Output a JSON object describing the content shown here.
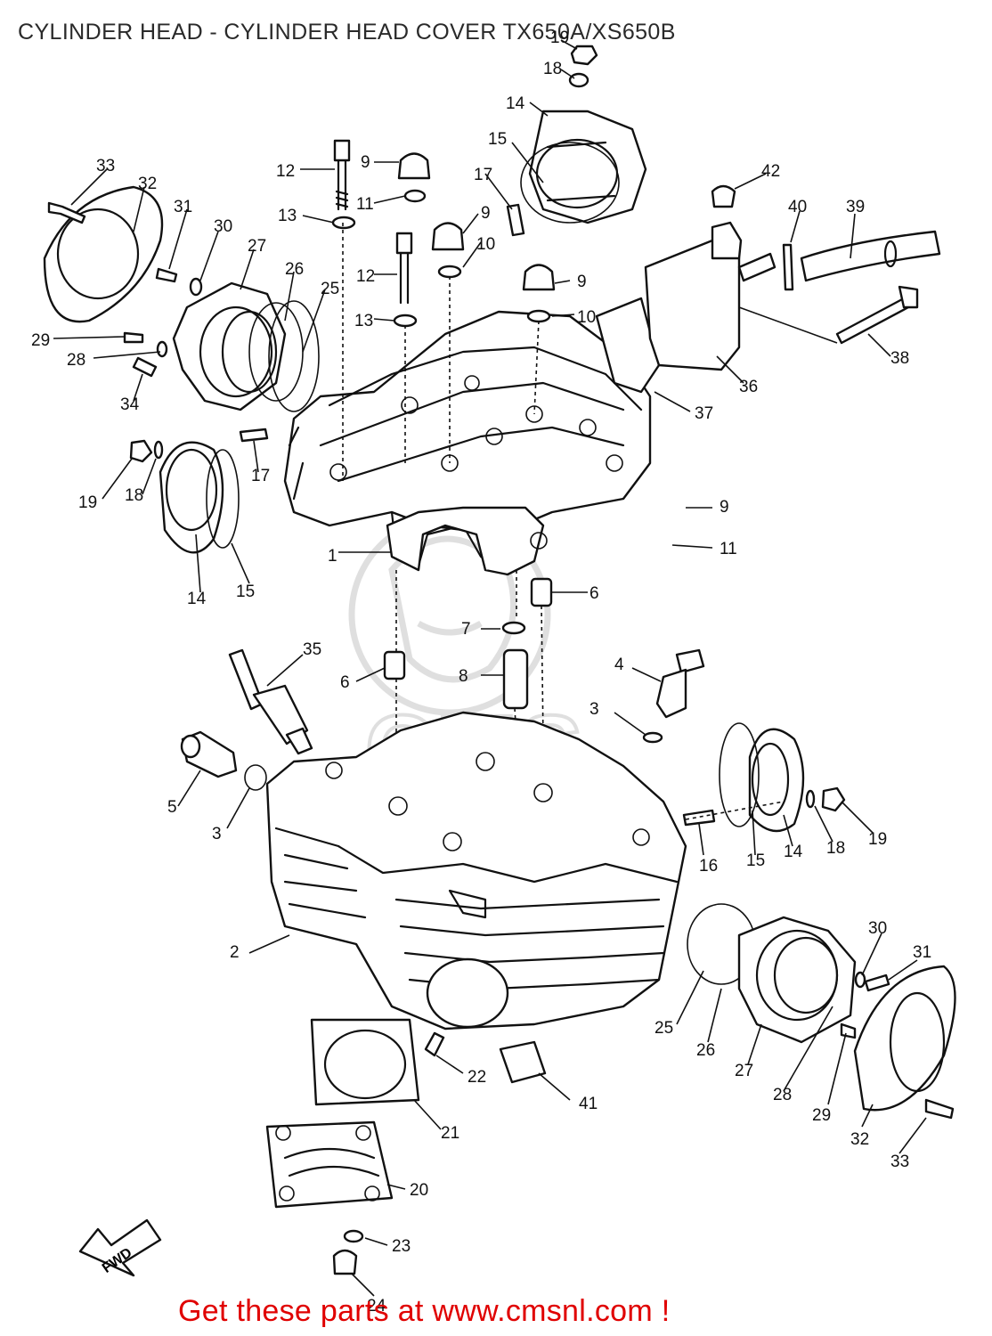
{
  "header": {
    "title": "CYLINDER HEAD - CYLINDER HEAD COVER TX650A/XS650B"
  },
  "footer": {
    "link_text": "Get these parts at www.cmsnl.com !"
  },
  "watermark": {
    "text": "CMS",
    "color": "#d8d8d8"
  },
  "colors": {
    "footer": "#e00000",
    "title": "#2a2a2a",
    "ink": "#111111"
  },
  "fwd_label": "FWD",
  "callouts": [
    {
      "id": "c19a",
      "text": "19"
    },
    {
      "id": "c18a",
      "text": "18"
    },
    {
      "id": "c14a",
      "text": "14"
    },
    {
      "id": "c15a",
      "text": "15"
    },
    {
      "id": "c33a",
      "text": "33"
    },
    {
      "id": "c32a",
      "text": "32"
    },
    {
      "id": "c31a",
      "text": "31"
    },
    {
      "id": "c30a",
      "text": "30"
    },
    {
      "id": "c27a",
      "text": "27"
    },
    {
      "id": "c26a",
      "text": "26"
    },
    {
      "id": "c25a",
      "text": "25"
    },
    {
      "id": "c29a",
      "text": "29"
    },
    {
      "id": "c28a",
      "text": "28"
    },
    {
      "id": "c34",
      "text": "34"
    },
    {
      "id": "c12a",
      "text": "12"
    },
    {
      "id": "c9a",
      "text": "9"
    },
    {
      "id": "c11a",
      "text": "11"
    },
    {
      "id": "c13a",
      "text": "13"
    },
    {
      "id": "c17a",
      "text": "17"
    },
    {
      "id": "c9b",
      "text": "9"
    },
    {
      "id": "c10a",
      "text": "10"
    },
    {
      "id": "c12b",
      "text": "12"
    },
    {
      "id": "c13b",
      "text": "13"
    },
    {
      "id": "c9c",
      "text": "9"
    },
    {
      "id": "c10b",
      "text": "10"
    },
    {
      "id": "c42",
      "text": "42"
    },
    {
      "id": "c40",
      "text": "40"
    },
    {
      "id": "c39",
      "text": "39"
    },
    {
      "id": "c38",
      "text": "38"
    },
    {
      "id": "c36",
      "text": "36"
    },
    {
      "id": "c37",
      "text": "37"
    },
    {
      "id": "c17b",
      "text": "17"
    },
    {
      "id": "c19b",
      "text": "19"
    },
    {
      "id": "c18b",
      "text": "18"
    },
    {
      "id": "c14b",
      "text": "14"
    },
    {
      "id": "c15b",
      "text": "15"
    },
    {
      "id": "c1",
      "text": "1"
    },
    {
      "id": "c9d",
      "text": "9"
    },
    {
      "id": "c11b",
      "text": "11"
    },
    {
      "id": "c6a",
      "text": "6"
    },
    {
      "id": "c7",
      "text": "7"
    },
    {
      "id": "c35",
      "text": "35"
    },
    {
      "id": "c6b",
      "text": "6"
    },
    {
      "id": "c8",
      "text": "8"
    },
    {
      "id": "c4",
      "text": "4"
    },
    {
      "id": "c3a",
      "text": "3"
    },
    {
      "id": "c5",
      "text": "5"
    },
    {
      "id": "c3b",
      "text": "3"
    },
    {
      "id": "c16",
      "text": "16"
    },
    {
      "id": "c15c",
      "text": "15"
    },
    {
      "id": "c14c",
      "text": "14"
    },
    {
      "id": "c18c",
      "text": "18"
    },
    {
      "id": "c19c",
      "text": "19"
    },
    {
      "id": "c2",
      "text": "2"
    },
    {
      "id": "c30b",
      "text": "30"
    },
    {
      "id": "c31b",
      "text": "31"
    },
    {
      "id": "c25b",
      "text": "25"
    },
    {
      "id": "c26b",
      "text": "26"
    },
    {
      "id": "c27b",
      "text": "27"
    },
    {
      "id": "c28b",
      "text": "28"
    },
    {
      "id": "c29b",
      "text": "29"
    },
    {
      "id": "c22",
      "text": "22"
    },
    {
      "id": "c41",
      "text": "41"
    },
    {
      "id": "c21",
      "text": "21"
    },
    {
      "id": "c20",
      "text": "20"
    },
    {
      "id": "c23",
      "text": "23"
    },
    {
      "id": "c24",
      "text": "24"
    },
    {
      "id": "c32b",
      "text": "32"
    },
    {
      "id": "c33b",
      "text": "33"
    }
  ]
}
